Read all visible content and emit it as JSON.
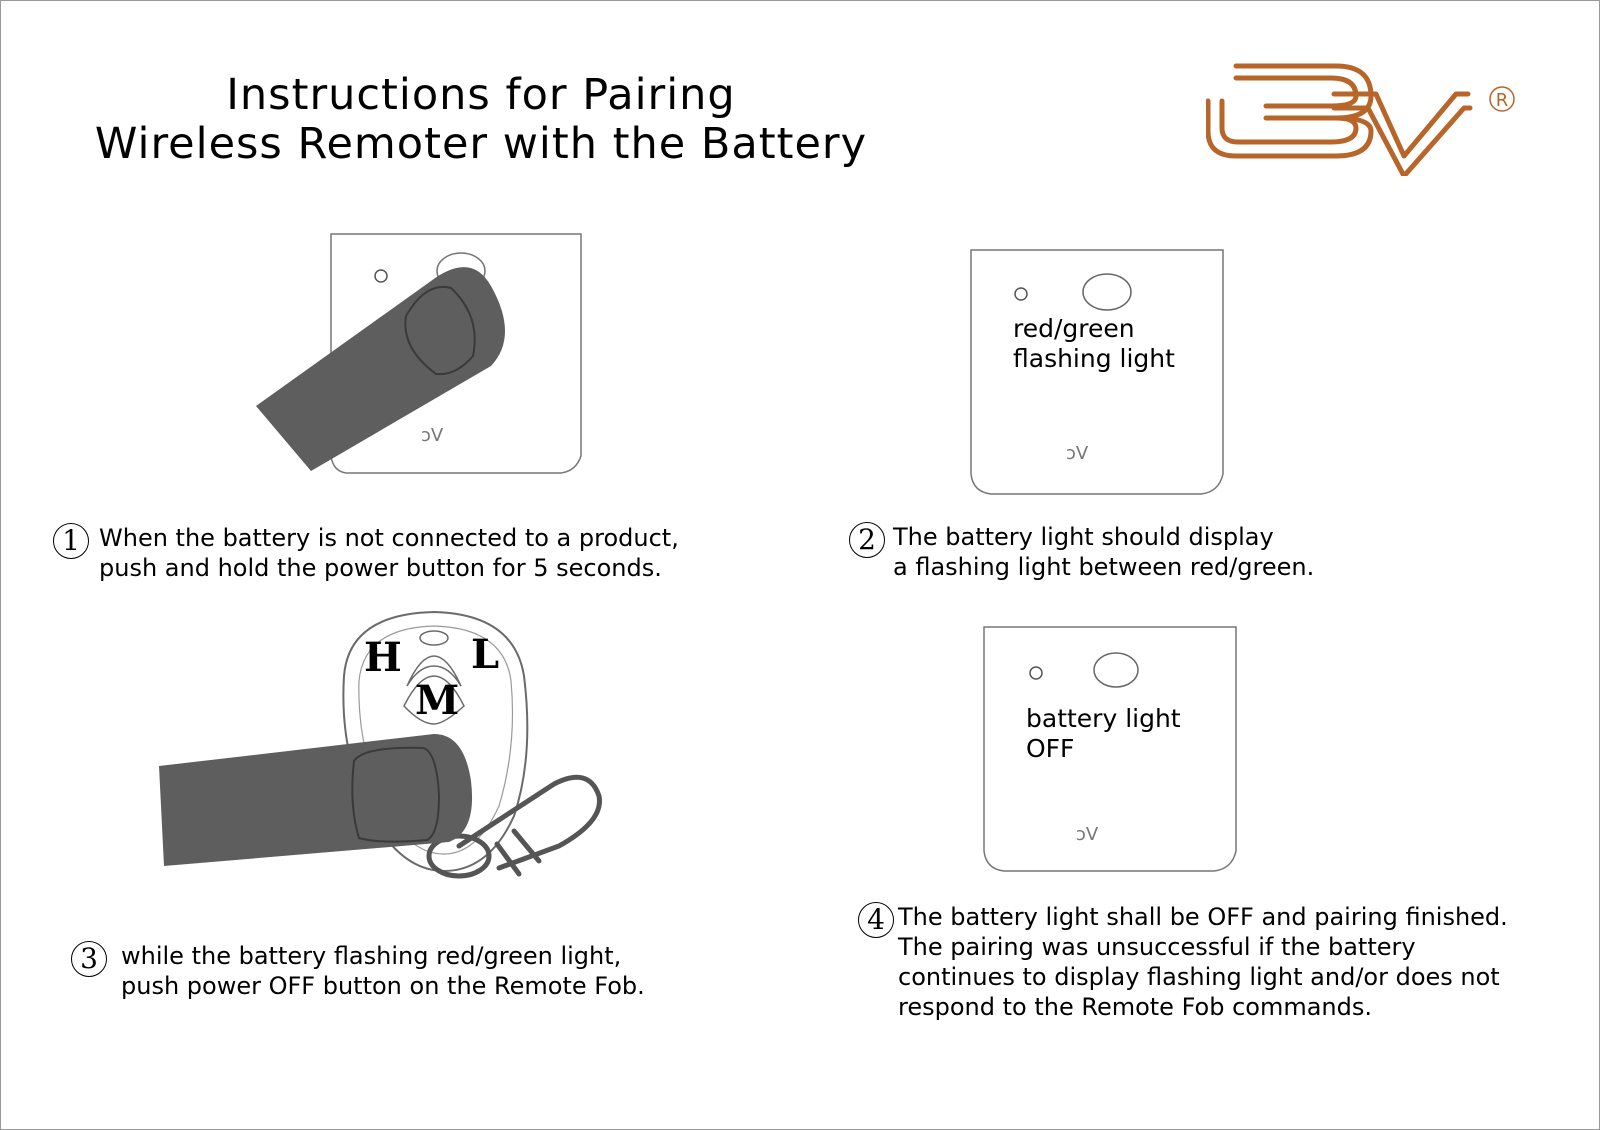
{
  "title": {
    "line1": "Instructions for Pairing",
    "line2": "Wireless Remoter with the Battery"
  },
  "logo": {
    "brand_mark": "3V",
    "registered_symbol": "R"
  },
  "colors": {
    "brand": "#b8652a",
    "finger": "#5e5e5e",
    "outline": "#6a6a6a"
  },
  "steps": [
    {
      "number": "1",
      "lines": [
        "When the battery is not connected to a product,",
        "push and hold the power button for 5 seconds."
      ]
    },
    {
      "number": "2",
      "lines": [
        "The battery light should display",
        "a flashing light between red/green."
      ],
      "panel_label": [
        "red/green",
        "flashing light"
      ]
    },
    {
      "number": "3",
      "lines": [
        "while the battery flashing red/green light,",
        "push power OFF button on the Remote Fob."
      ],
      "fob_buttons": [
        "H",
        "L",
        "M"
      ]
    },
    {
      "number": "4",
      "lines": [
        "The battery light shall be OFF and pairing finished.",
        "The pairing was unsuccessful if the battery",
        "continues to display flashing light and/or does not",
        "respond to the Remote Fob commands."
      ],
      "panel_label": [
        "battery light",
        "OFF"
      ]
    }
  ]
}
